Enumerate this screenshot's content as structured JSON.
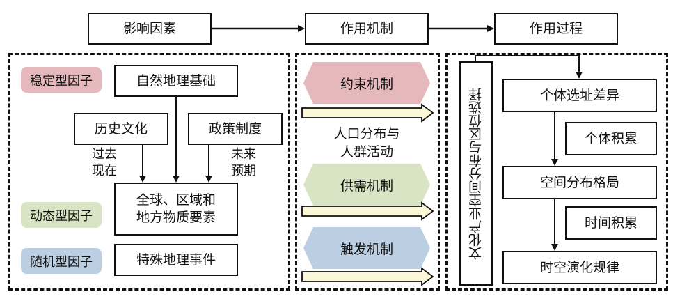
{
  "header": {
    "influence_factors": "影响因素",
    "mechanism": "作用机制",
    "process": "作用过程"
  },
  "factors": {
    "stable_tag": "稳定型因子",
    "dynamic_tag": "动态型因子",
    "random_tag": "随机型因子",
    "natural_geo": "自然地理基础",
    "history_culture": "历史文化",
    "policy": "政策制度",
    "past_present": "过去\n现在",
    "future_expect": "未来\n预期",
    "global_regional": "全球、区域和\n地方物质要素",
    "special_event": "特殊地理事件"
  },
  "mechanisms": {
    "constraint": "约束机制",
    "population": "人口分布与\n人群活动",
    "supply_demand": "供需机制",
    "trigger": "触发机制"
  },
  "process": {
    "vertical_label": "文化产业空间分布与区位选择",
    "individual_location": "个体选址差异",
    "individual_accumulation": "个体积累",
    "spatial_pattern": "空间分布格局",
    "time_accumulation": "时间积累",
    "spatiotemporal_law": "时空演化规律"
  },
  "colors": {
    "stable": "#e5b8bc",
    "dynamic": "#d8e4c4",
    "random": "#bccee2",
    "arrow_fill": "#fbf8d8"
  }
}
